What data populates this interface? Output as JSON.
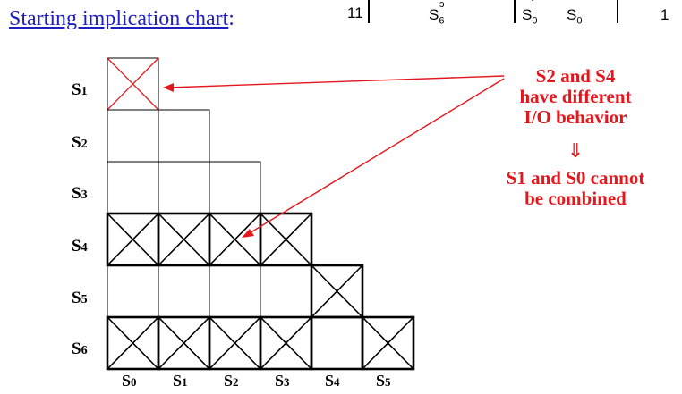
{
  "heading": {
    "main": "Starting implication chart",
    "punct": ":"
  },
  "table_fragment": {
    "input": "11",
    "next_state": "S",
    "next_state_sub": "6",
    "out_a": "S",
    "out_a_sub": "0",
    "out_b": "S",
    "out_b_sub": "0",
    "output": "1"
  },
  "row_labels": [
    {
      "text": "S",
      "sub": "1"
    },
    {
      "text": "S",
      "sub": "2"
    },
    {
      "text": "S",
      "sub": "3"
    },
    {
      "text": "S",
      "sub": "4"
    },
    {
      "text": "S",
      "sub": "5"
    },
    {
      "text": "S",
      "sub": "6"
    }
  ],
  "col_labels": [
    {
      "text": "S",
      "sub": "0"
    },
    {
      "text": "S",
      "sub": "1"
    },
    {
      "text": "S",
      "sub": "2"
    },
    {
      "text": "S",
      "sub": "3"
    },
    {
      "text": "S",
      "sub": "4"
    },
    {
      "text": "S",
      "sub": "5"
    }
  ],
  "chart": {
    "rows": [
      [
        "red-x"
      ],
      [
        "empty",
        "empty"
      ],
      [
        "empty",
        "empty",
        "empty"
      ],
      [
        "x",
        "x",
        "x",
        "x"
      ],
      [
        "empty",
        "empty",
        "empty",
        "empty",
        "x"
      ],
      [
        "x",
        "x",
        "x",
        "x",
        "empty",
        "x"
      ]
    ],
    "bold_rows": [
      4,
      6
    ],
    "bold_single": {
      "row": 5,
      "col": 4
    }
  },
  "annotation": {
    "line1": "S2 and S4",
    "line2": "have different",
    "line3": "I/O behavior",
    "arrow": "⇓",
    "line4": "S1 and S0 cannot",
    "line5": "be combined"
  },
  "colors": {
    "heading": "#1f1fbf",
    "accent": "#e3171c",
    "grid": "#000000"
  }
}
